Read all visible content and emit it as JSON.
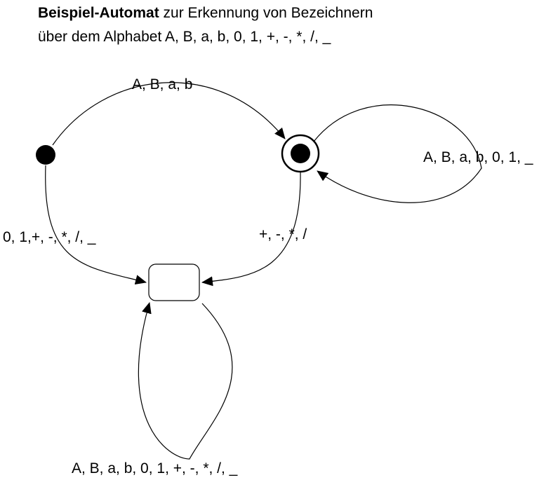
{
  "title": {
    "bold": "Beispiel-Automat",
    "rest": " zur Erkennung von Bezeichnern",
    "line2": "über dem Alphabet A, B, a, b, 0, 1, +, -, *, /, _"
  },
  "transitions": {
    "start_to_accept": "A, B, a, b",
    "accept_self_loop": "A, B, a, b, 0, 1, _",
    "start_to_error": "0, 1,+, -, *, /, _",
    "accept_to_error": "+, -, *, /",
    "error_self_loop": "A, B, a, b, 0, 1, +, -, *, /, _"
  },
  "colors": {
    "stroke": "#000000",
    "fill_state": "#000000",
    "background": "#ffffff"
  }
}
